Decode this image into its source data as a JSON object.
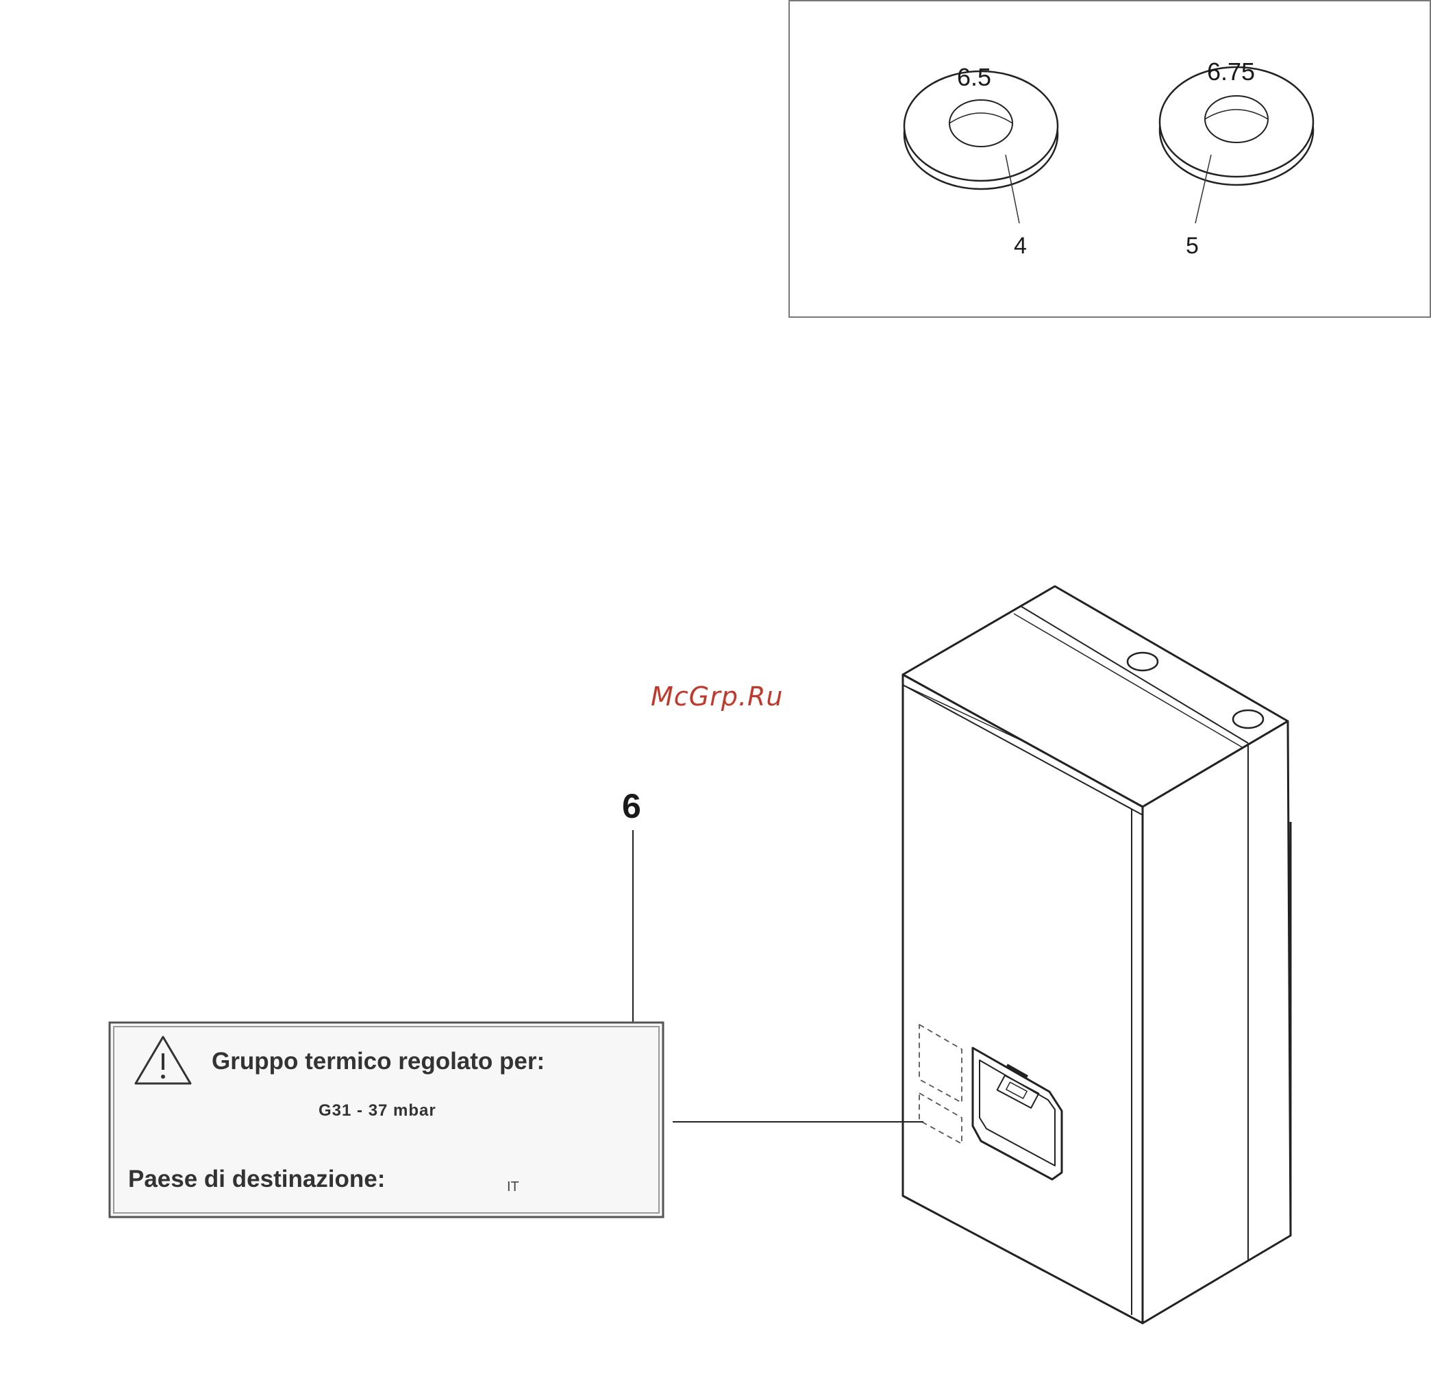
{
  "watermark": "McGrp.Ru",
  "washers": [
    {
      "size_label": "6.5",
      "callout": "4"
    },
    {
      "size_label": "6.75",
      "callout": "5"
    }
  ],
  "boiler_callout": "6",
  "gas_label": {
    "title": "Gruppo termico regolato per:",
    "gas": "G31 - 37 mbar",
    "destination_label": "Paese di destinazione:",
    "destination_value": "IT"
  },
  "colors": {
    "line": "#222222",
    "watermark": "#c0392b",
    "label_border": "#555555"
  }
}
